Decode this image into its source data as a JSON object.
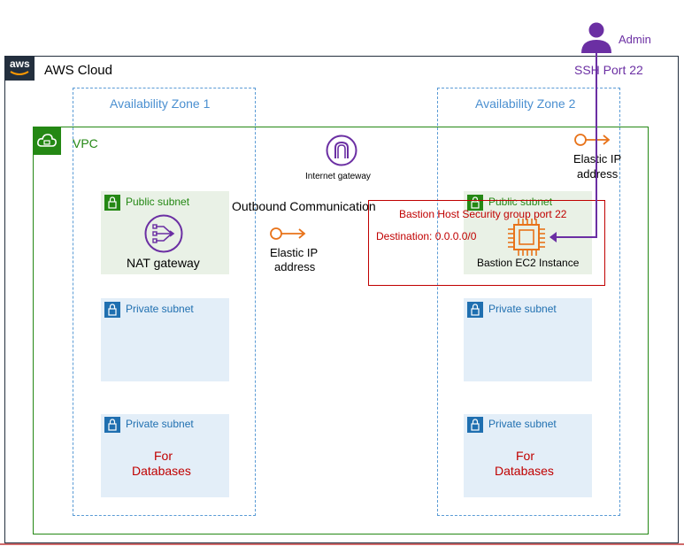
{
  "diagram": {
    "admin_label": "Admin",
    "ssh_label": "SSH Port 22",
    "cloud_label": "AWS Cloud",
    "aws_logo_text": "aws",
    "az1_label": "Availability Zone 1",
    "az2_label": "Availability Zone 2",
    "vpc_label": "VPC",
    "internet_gateway_label": "Internet gateway",
    "outbound_label": "Outbound Communication",
    "eip_left": {
      "line1": "Elastic IP",
      "line2": "address"
    },
    "eip_right": {
      "line1": "Elastic IP",
      "line2": "address"
    },
    "public_subnet_label": "Public subnet",
    "public_subnet_label_2": "Public subnet",
    "private_subnet_label": "Private subnet",
    "nat_gateway_label": "NAT gateway",
    "security_group_label": "Bastion Host Security group port 22",
    "destination_label": "Destination: 0.0.0.0/0",
    "bastion_label": "Bastion EC2 Instance",
    "db_line1": "For",
    "db_line2": "Databases",
    "colors": {
      "green": "#248814",
      "blue": "#1f6fb0",
      "az_blue": "#5a9bd5",
      "purple": "#6b2fa3",
      "red": "#c00000",
      "orange": "#e8731a"
    }
  }
}
